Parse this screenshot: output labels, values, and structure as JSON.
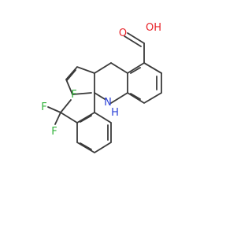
{
  "molecule": {
    "atoms": {
      "carbonyl_oxygen": "O",
      "hydroxyl": "OH",
      "amine_nitrogen": "N",
      "amine_hydrogen": "H",
      "fluorine_1": "F",
      "fluorine_2": "F",
      "fluorine_3": "F"
    },
    "colors": {
      "bond": "#3a3a3a",
      "oxygen": "#e8242a",
      "nitrogen": "#2a3fd6",
      "fluorine": "#30b23a"
    }
  }
}
